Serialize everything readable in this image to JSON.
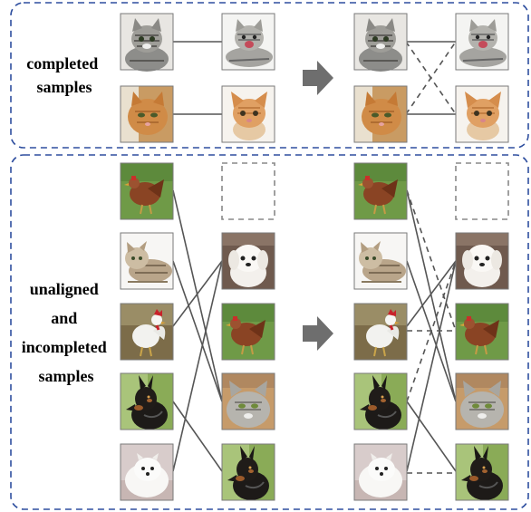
{
  "sections": {
    "top_label_lines": [
      "completed",
      "samples"
    ],
    "bottom_label_lines": [
      "unaligned",
      "and",
      "incompleted",
      "samples"
    ]
  },
  "photo_icons": {
    "cat": "cat-photo-icon",
    "cat_face": "cat-face-photo-icon",
    "kitten": "kitten-photo-icon",
    "hen": "hen-photo-icon",
    "rooster": "rooster-photo-icon",
    "puppy": "white-puppy-photo-icon",
    "doberman": "doberman-photo-icon"
  },
  "colors": {
    "section_border": "#2f4f9f",
    "arrow": "#707070",
    "link": "#555555",
    "missing_tile_border": "#888888"
  }
}
